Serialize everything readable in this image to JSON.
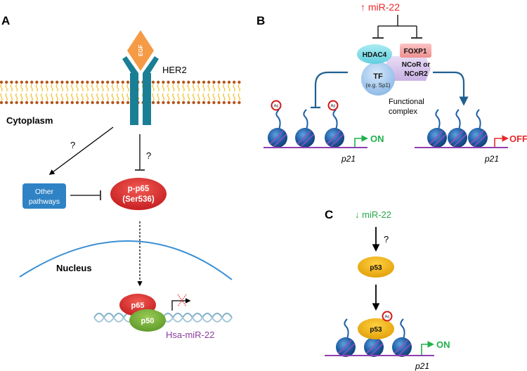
{
  "figure": {
    "panels": {
      "A": {
        "label": "A",
        "ligand": "EGF",
        "receptor": "HER2",
        "compartment_cytoplasm": "Cytoplasm",
        "compartment_nucleus": "Nucleus",
        "question_left": "?",
        "question_center": "?",
        "other_pathways": "Other pathways",
        "other_pathways_line1": "Other",
        "other_pathways_line2": "pathways",
        "pp65_line1": "p-p65",
        "pp65_line2": "(Ser536)",
        "p65": "p65",
        "p50": "p50",
        "gene": "Hsa-miR-22"
      },
      "B": {
        "label": "B",
        "mir_label": "↑ miR-22",
        "hdac4": "HDAC4",
        "foxp1": "FOXP1",
        "ncor_line1": "NCoR or",
        "ncor_line2": "NCoR2",
        "tf_line1": "TF",
        "tf_line2": "(e.g. Sp1)",
        "complex_line1": "Functional",
        "complex_line2": "complex",
        "acetyl": "Ac",
        "state_on": "ON",
        "state_off": "OFF",
        "gene_left": "p21",
        "gene_right": "p21"
      },
      "C": {
        "label": "C",
        "mir_label": "↓ miR-22",
        "question": "?",
        "p53_top": "p53",
        "p53_bottom": "p53",
        "acetyl": "Ac",
        "state_on": "ON",
        "gene": "p21"
      }
    },
    "colors": {
      "membrane_head": "#b5561c",
      "membrane_tail": "#f2c12e",
      "receptor": "#1a7f95",
      "egf": "#f59a45",
      "other_pathways_box": "#2f83c4",
      "p65": "#d8302f",
      "p50": "#7ab63a",
      "gene_purple": "#8a3c9e",
      "nucleus_arc": "#3a8fd4",
      "mir_up": "#e8282a",
      "mir_down": "#29a84a",
      "hdac4": "#7fdde8",
      "foxp1": "#f4a6a6",
      "ncor": "#d8c4ec",
      "tf": "#a9cdf0",
      "nucleosome": "#1f5fa6",
      "dna_line": "#8f3fb0",
      "on_green": "#1fb04a",
      "off_red": "#e8282a",
      "p53": "#f2b619",
      "arrow_blue": "#1f6090"
    }
  }
}
